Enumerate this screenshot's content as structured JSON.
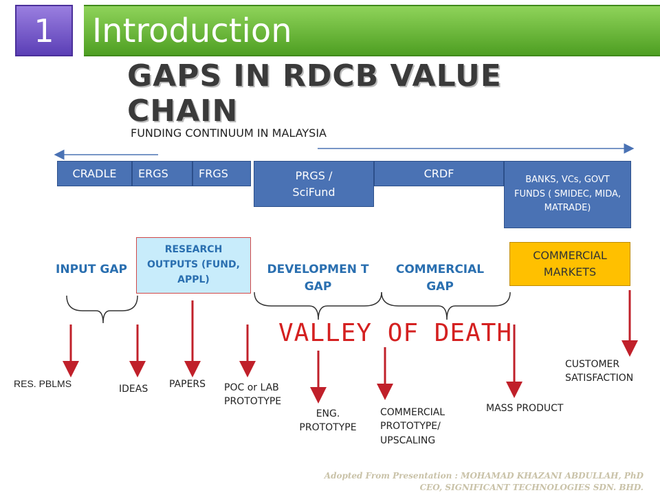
{
  "header": {
    "number": "1",
    "title": "Introduction"
  },
  "heading": "GAPS IN RDCB VALUE CHAIN",
  "funding_label": "FUNDING CONTINUUM IN MALAYSIA",
  "funding_boxes": {
    "cradle": "CRADLE",
    "ergs": "ERGS",
    "frgs": "FRGS",
    "prgs": "PRGS / SciFund",
    "crdf": "CRDF",
    "banks": "BANKS, VCs, GOVT FUNDS ( SMIDEC, MIDA, MATRADE)"
  },
  "gaps": {
    "input_gap": "INPUT GAP",
    "research_outputs": "RESEARCH OUTPUTS (FUND, APPL)",
    "development_gap": "DEVELOPMEN T GAP",
    "commercial_gap": "COMMERCIAL GAP",
    "commercial_markets": "COMMERCIAL MARKETS"
  },
  "valley_of_death": "VALLEY OF DEATH",
  "outputs": {
    "res_pblms": "RES. PBLMS",
    "ideas": "IDEAS",
    "papers": "PAPERS",
    "poc": "POC or LAB PROTOTYPE",
    "eng_prototype": "ENG. PROTOTYPE",
    "commercial_prototype": "COMMERCIAL PROTOTYPE/ UPSCALING",
    "mass_product": "MASS PRODUCT",
    "customer_satisfaction": "CUSTOMER SATISFACTION"
  },
  "credit": {
    "line1": "Adopted From Presentation : MOHAMAD KHAZANI ABDULLAH, PhD",
    "line2": "CEO, SIGNIFICANT TECHNOLOGIES SDN. BHD."
  },
  "colors": {
    "blue_box": "#4a72b4",
    "research_box": "#c8ecfb",
    "markets_box": "#ffc000",
    "arrow_red": "#c0202a",
    "gap_text": "#2a6fb0"
  }
}
